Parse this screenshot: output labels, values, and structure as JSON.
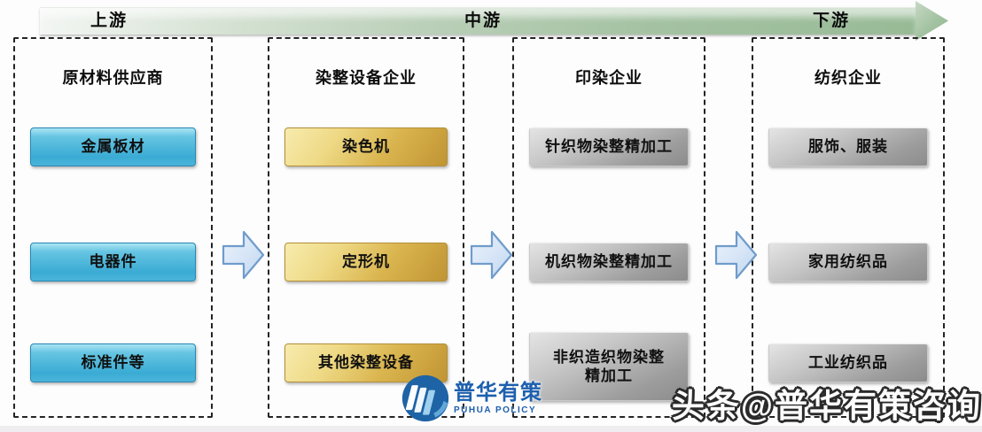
{
  "flow_bar": {
    "labels": [
      "上游",
      "中游",
      "下游"
    ]
  },
  "columns": [
    {
      "header": "原材料供应商",
      "box_style": "blue",
      "items": [
        "金属板材",
        "电器件",
        "标准件等"
      ]
    },
    {
      "header": "染整设备企业",
      "box_style": "gold",
      "items": [
        "染色机",
        "定形机",
        "其他染整设备"
      ]
    },
    {
      "header": "印染企业",
      "box_style": "gray",
      "items": [
        "针织物染整精加工",
        "机织物染整精加工",
        "非织造织物染整精加工"
      ]
    },
    {
      "header": "纺织企业",
      "box_style": "gray",
      "items": [
        "服饰、服装",
        "家用纺织品",
        "工业纺织品"
      ]
    }
  ],
  "logo": {
    "name": "普华有策",
    "subtitle": "PUHUA POLICY"
  },
  "watermark": "头条@普华有策咨询",
  "colors": {
    "bar_green": "#9cbd9a",
    "blue_box": "#3aabd4",
    "gold_box": "#d9b44e",
    "gray_box": "#9a9a9a",
    "arrow_fill": "#d8e6f7",
    "arrow_border": "#6f9ccb",
    "logo_blue": "#1d5fae",
    "dashed_border": "#242424"
  }
}
